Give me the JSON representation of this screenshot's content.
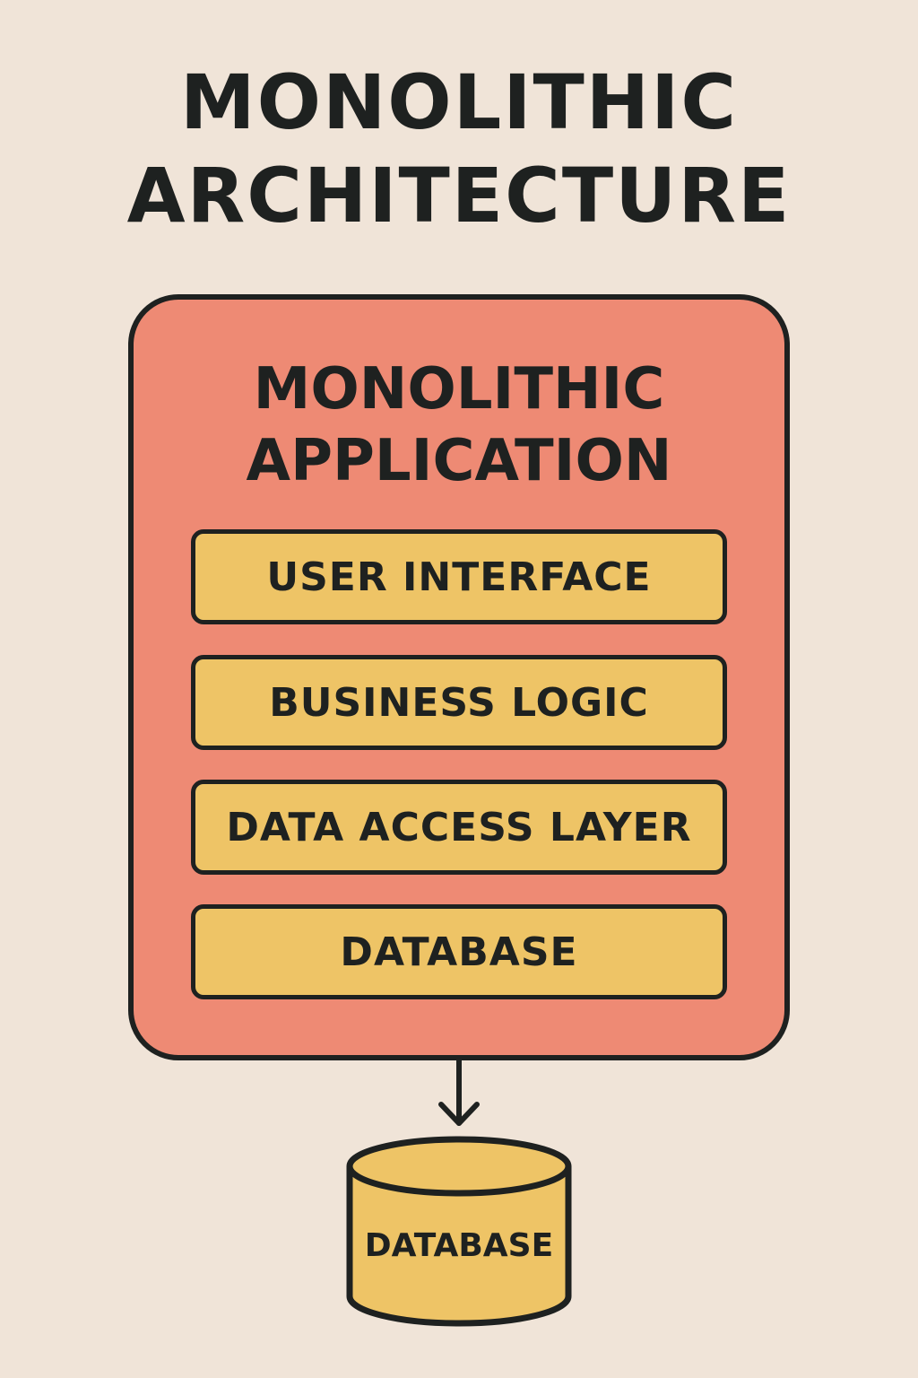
{
  "title": {
    "line1": "MONOLITHIC",
    "line2": "ARCHITECTURE"
  },
  "application": {
    "title_line1": "MONOLITHIC",
    "title_line2": "APPLICATION",
    "layers": [
      "USER INTERFACE",
      "BUSINESS LOGIC",
      "DATA ACCESS LAYER",
      "DATABASE"
    ]
  },
  "database": {
    "label": "DATABASE"
  },
  "colors": {
    "background": "#f0e4d8",
    "application": "#ee8a74",
    "layer": "#eec466",
    "stroke": "#1e2120"
  }
}
